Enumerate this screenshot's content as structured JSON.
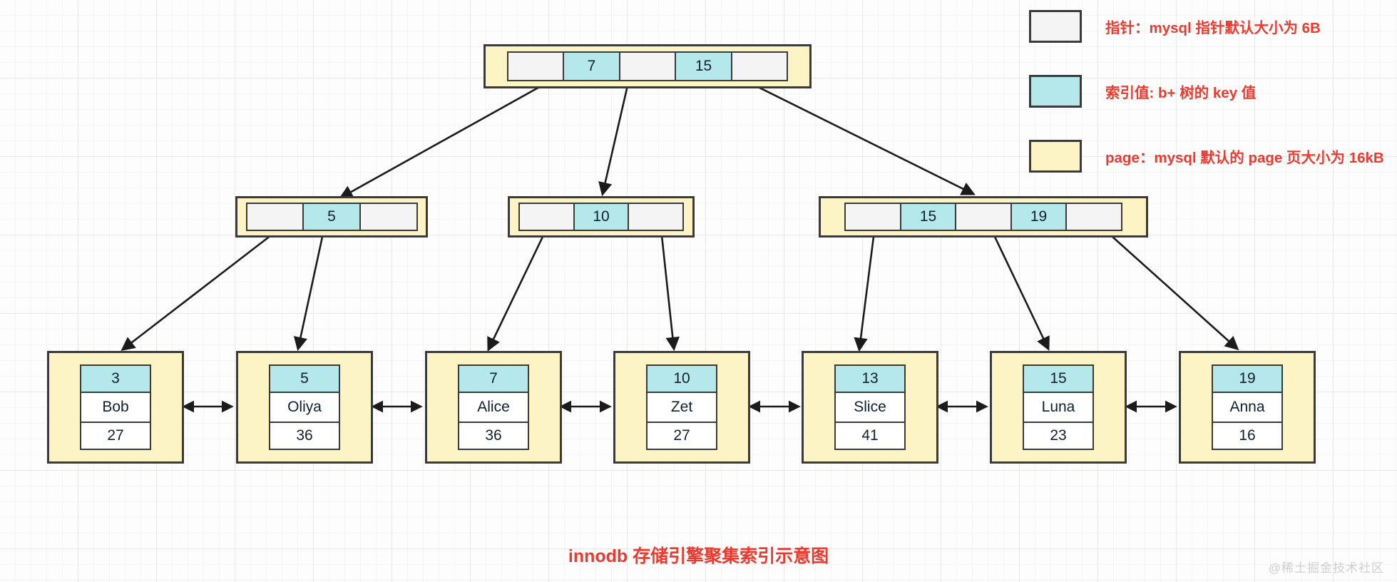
{
  "caption": "innodb 存储引擎聚集索引示意图",
  "watermark": "@稀土掘金技术社区",
  "colors": {
    "page": "#fcf4c4",
    "pointer": "#f4f4f4",
    "key": "#b4e8ea",
    "value": "#ffffff",
    "stroke": "#3a3a38",
    "accent_text": "#ee3a2e"
  },
  "legend": {
    "items": [
      {
        "swatch": "pointer",
        "color": "#f4f4f4",
        "text": "指针：mysql 指针默认大小为 6B"
      },
      {
        "swatch": "key",
        "color": "#b4e8ea",
        "text": "索引值: b+ 树的 key 值"
      },
      {
        "swatch": "page",
        "color": "#fcf4c4",
        "text": "page：mysql 默认的 page 页大小为 16kB"
      }
    ]
  },
  "tree": {
    "root": {
      "name": "root-page",
      "cells": [
        {
          "type": "pointer",
          "label": ""
        },
        {
          "type": "key",
          "label": "7"
        },
        {
          "type": "pointer",
          "label": ""
        },
        {
          "type": "key",
          "label": "15"
        },
        {
          "type": "pointer",
          "label": ""
        }
      ]
    },
    "internal": [
      {
        "name": "internal-page-left",
        "cells": [
          {
            "type": "pointer",
            "label": ""
          },
          {
            "type": "key",
            "label": "5"
          },
          {
            "type": "pointer",
            "label": ""
          }
        ]
      },
      {
        "name": "internal-page-middle",
        "cells": [
          {
            "type": "pointer",
            "label": ""
          },
          {
            "type": "key",
            "label": "10"
          },
          {
            "type": "pointer",
            "label": ""
          }
        ]
      },
      {
        "name": "internal-page-right",
        "cells": [
          {
            "type": "pointer",
            "label": ""
          },
          {
            "type": "key",
            "label": "15"
          },
          {
            "type": "pointer",
            "label": ""
          },
          {
            "type": "key",
            "label": "19"
          },
          {
            "type": "pointer",
            "label": ""
          }
        ]
      }
    ],
    "leaves": [
      {
        "key": "3",
        "name": "Bob",
        "age": "27"
      },
      {
        "key": "5",
        "name": "Oliya",
        "age": "36"
      },
      {
        "key": "7",
        "name": "Alice",
        "age": "36"
      },
      {
        "key": "10",
        "name": "Zet",
        "age": "27"
      },
      {
        "key": "13",
        "name": "Slice",
        "age": "41"
      },
      {
        "key": "15",
        "name": "Luna",
        "age": "23"
      },
      {
        "key": "19",
        "name": "Anna",
        "age": "16"
      }
    ]
  }
}
